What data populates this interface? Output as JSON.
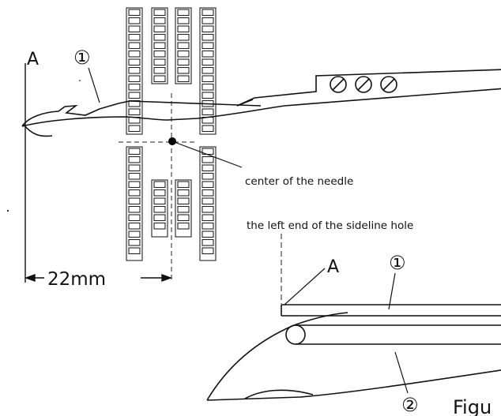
{
  "labels": {
    "point_a_top": "A",
    "marker_1_top": "①",
    "center_of_needle": "center of the needle",
    "left_end_of_sideline_hole": "the left end of the sideline hole",
    "dimension": "22mm",
    "point_a_bottom": "A",
    "marker_1_bottom": "①",
    "marker_2_bottom": "②",
    "figure_caption": "Figu"
  }
}
